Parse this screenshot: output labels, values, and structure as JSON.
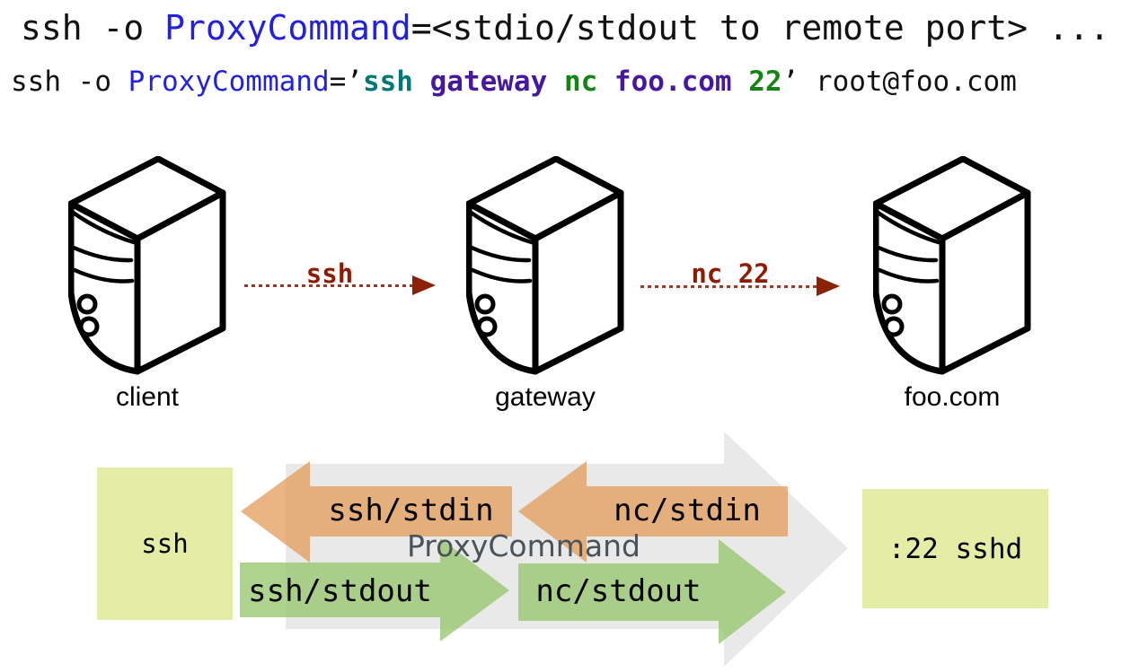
{
  "palette": {
    "blue": "#2222dd",
    "teal": "#007878",
    "purple": "#45189e",
    "green": "#148514",
    "ink": "#111111",
    "rust": "#8e1c05",
    "rust-line": "#9a3a20",
    "rust-head": "#8b2208",
    "gray-arrow": "#e9e9e9",
    "gray-text": "#4a525a",
    "orange-arrow": "rgba(226,152,82,0.72)",
    "green-arrow": "rgba(150,198,110,0.78)",
    "box-yellow": "#e4eda5"
  },
  "heading": {
    "line1": {
      "seg0": "ssh -o ",
      "seg1": "ProxyCommand",
      "seg2": "=<stdio/stdout to remote port> ..."
    },
    "line2": {
      "seg0": "ssh -o ",
      "seg1": "ProxyCommand",
      "seg2": "=’",
      "seg3": "ssh",
      "seg4": " gateway ",
      "seg5": "nc",
      "seg6": " foo.com ",
      "seg7": "22",
      "seg8": "’ root@foo.com"
    }
  },
  "topology": {
    "servers": [
      {
        "label": "client"
      },
      {
        "label": "gateway"
      },
      {
        "label": "foo.com"
      }
    ],
    "links": [
      {
        "label": "ssh"
      },
      {
        "label": "nc 22"
      }
    ],
    "icons": {
      "server": "server-tower-icon",
      "link": "dotted-arrow-right-icon"
    }
  },
  "flow": {
    "client_box": "ssh",
    "server_box": ":22 sshd",
    "center_label": "ProxyCommand",
    "big_arrow_direction": "right",
    "stdin": [
      {
        "label": "ssh/stdin",
        "direction": "left"
      },
      {
        "label": "nc/stdin",
        "direction": "left"
      }
    ],
    "stdout": [
      {
        "label": "ssh/stdout",
        "direction": "right"
      },
      {
        "label": "nc/stdout",
        "direction": "right"
      }
    ]
  }
}
